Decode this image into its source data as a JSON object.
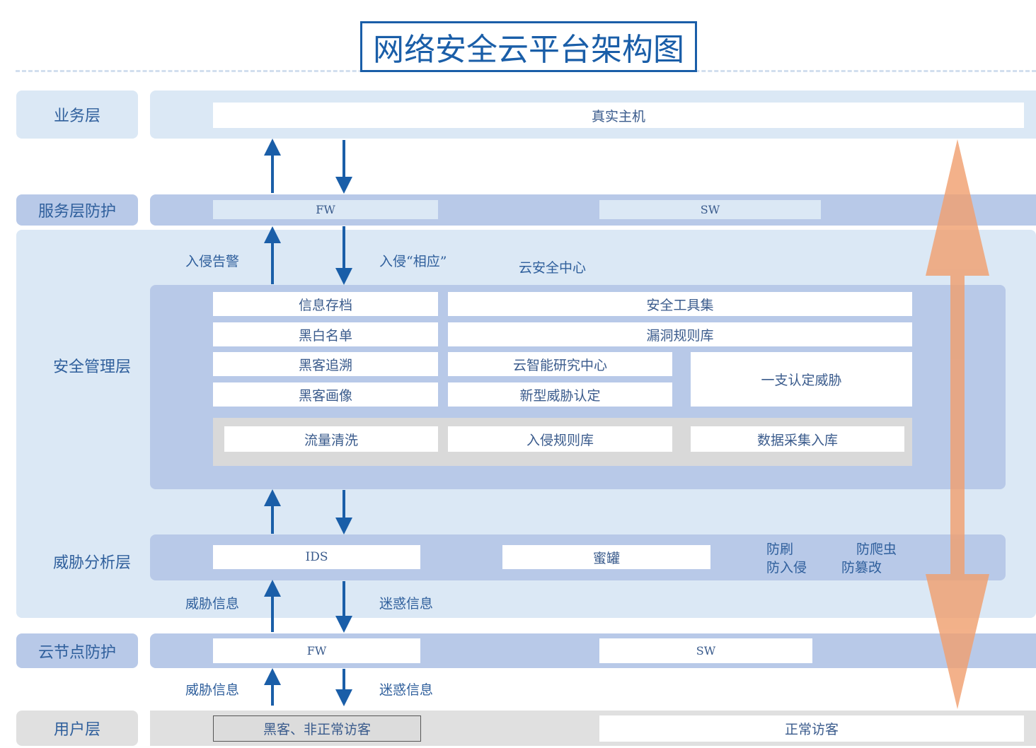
{
  "title": "网络安全云平台架构图",
  "layers": {
    "business": "业务层",
    "service_protection": "服务层防护",
    "security_management": "安全管理层",
    "threat_analysis": "威胁分析层",
    "cloud_node_protection": "云节点防护",
    "user": "用户层"
  },
  "business": {
    "host": "真实主机"
  },
  "service_protection": {
    "fw": "FW",
    "sw": "SW"
  },
  "flows": {
    "intrusion_alert": "入侵告警",
    "intrusion_response": "入侵“相应”",
    "threat_info_1": "威胁信息",
    "confuse_info_1": "迷惑信息",
    "threat_info_2": "威胁信息",
    "confuse_info_2": "迷惑信息"
  },
  "security_center": {
    "title": "云安全中心",
    "info_archive": "信息存档",
    "toolset": "安全工具集",
    "blackwhite_list": "黑白名单",
    "vuln_rules": "漏洞规则库",
    "hacker_trace": "黑客追溯",
    "ai_research": "云智能研究中心",
    "threat_confirm": "一支认定威胁",
    "hacker_profile": "黑客画像",
    "new_threat": "新型威胁认定",
    "traffic_clean": "流量清洗",
    "intrusion_rules": "入侵规则库",
    "data_ingest": "数据采集入库"
  },
  "threat_analysis": {
    "ids": "IDS",
    "honeypot": "蜜罐",
    "anti_brush": "防刷",
    "anti_crawler": "防爬虫",
    "anti_intrusion": "防入侵",
    "anti_tamper": "防篡改"
  },
  "cloud_node": {
    "fw": "FW",
    "sw": "SW"
  },
  "user": {
    "hacker": "黑客、非正常访客",
    "normal": "正常访客"
  },
  "colors": {
    "accent": "#1a5ea8",
    "light": "#dbe8f5",
    "mid": "#b8c9e8",
    "orange": "#f0a070"
  }
}
